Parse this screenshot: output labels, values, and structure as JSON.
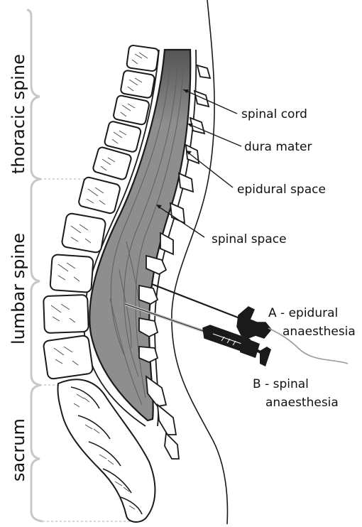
{
  "regions": {
    "thoracic": "thoracic spine",
    "lumbar": "lumbar spine",
    "sacrum": "sacrum"
  },
  "labels": {
    "spinal_cord": "spinal cord",
    "dura_mater": "dura mater",
    "epidural_space": "epidural space",
    "spinal_space": "spinal space"
  },
  "needles": {
    "a_line1": "A - epidural",
    "a_line2": "anaesthesia",
    "b_line1": "B - spinal",
    "b_line2": "anaesthesia"
  },
  "colors": {
    "bone_fill": "#ffffff",
    "bone_stroke": "#1a1a1a",
    "canal_fill": "#8c8c8c",
    "bracket_gray": "#c8c8c8"
  }
}
